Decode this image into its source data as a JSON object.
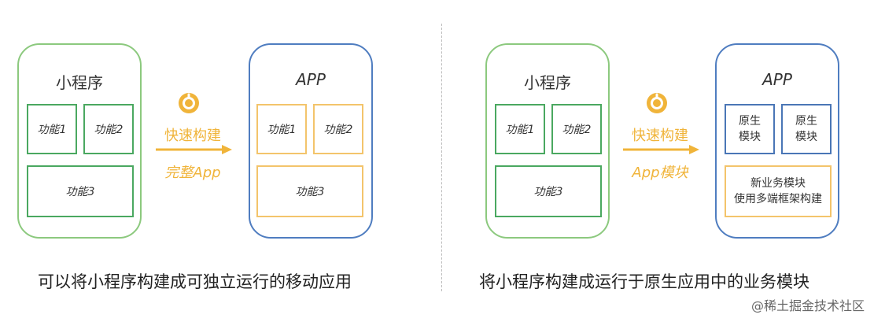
{
  "left": {
    "miniapp_title": "小程序",
    "miniapp_features": [
      "功能1",
      "功能2",
      "功能3"
    ],
    "arrow_top": "快速构建",
    "arrow_bottom": "完整App",
    "app_title": "APP",
    "app_features": [
      "功能1",
      "功能2",
      "功能3"
    ],
    "caption": "可以将小程序构建成可独立运行的移动应用"
  },
  "right": {
    "miniapp_title": "小程序",
    "miniapp_features": [
      "功能1",
      "功能2",
      "功能3"
    ],
    "arrow_top": "快速构建",
    "arrow_bottom": "App模块",
    "app_title": "APP",
    "native_modules": [
      "原生\n模块",
      "原生\n模块"
    ],
    "business_module": "新业务模块\n使用多端框架构建",
    "caption": "将小程序构建成运行于原生应用中的业务模块"
  },
  "watermark": "@稀土掘金技术社区",
  "colors": {
    "green_panel": "#8cc97e",
    "green_box": "#4aa860",
    "blue_panel": "#4f7dc0",
    "blue_box": "#4a76b6",
    "orange": "#f0b43a",
    "orange_box": "#f3c46b"
  }
}
